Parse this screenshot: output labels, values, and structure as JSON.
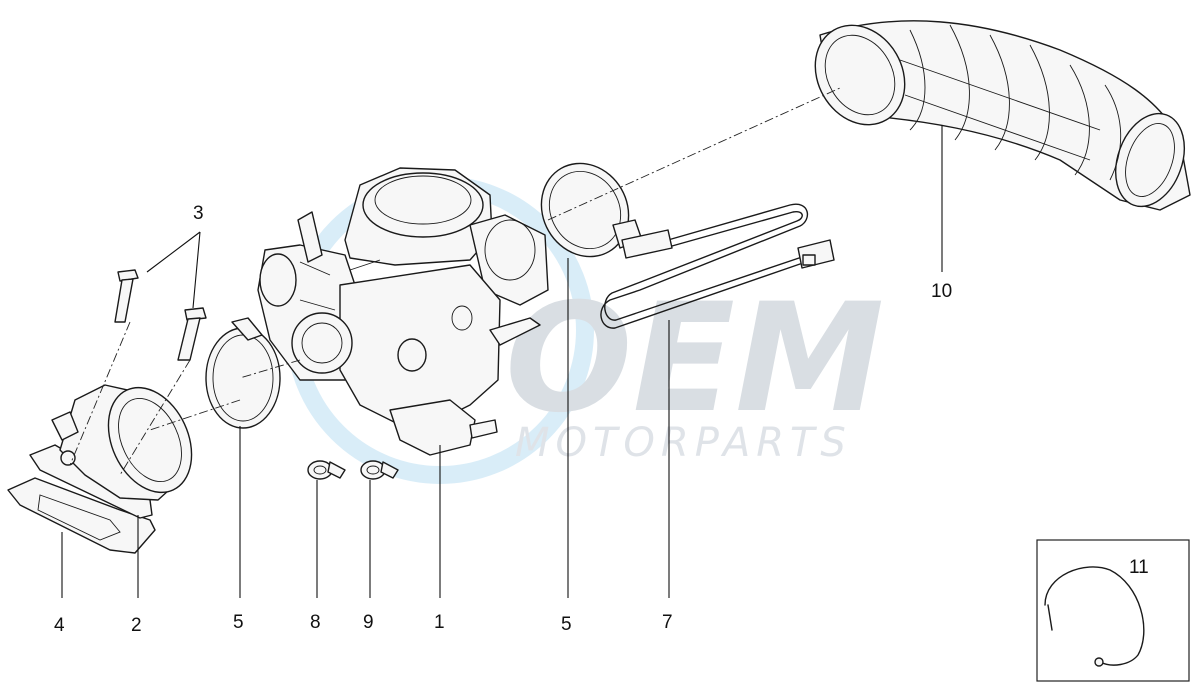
{
  "watermark": {
    "logo_text": "OEM",
    "subtitle": "MOTORPARTS",
    "color": "#d9dee3",
    "accent_color": "#b9dcf0"
  },
  "callouts": [
    {
      "id": "c4",
      "label": "4"
    },
    {
      "id": "c2",
      "label": "2"
    },
    {
      "id": "c3",
      "label": "3"
    },
    {
      "id": "c5a",
      "label": "5"
    },
    {
      "id": "c8",
      "label": "8"
    },
    {
      "id": "c9",
      "label": "9"
    },
    {
      "id": "c1",
      "label": "1"
    },
    {
      "id": "c5b",
      "label": "5"
    },
    {
      "id": "c7",
      "label": "7"
    },
    {
      "id": "c10",
      "label": "10"
    },
    {
      "id": "c11",
      "label": "11"
    }
  ],
  "parts": [
    {
      "name": "gasket",
      "ref": "4"
    },
    {
      "name": "intake-manifold",
      "ref": "2"
    },
    {
      "name": "screws",
      "ref": "3"
    },
    {
      "name": "hose-clamp-left",
      "ref": "5"
    },
    {
      "name": "small-clip-a",
      "ref": "8"
    },
    {
      "name": "small-clip-b",
      "ref": "9"
    },
    {
      "name": "carburettor",
      "ref": "1"
    },
    {
      "name": "hose-clamp-right",
      "ref": "5"
    },
    {
      "name": "choke-cable",
      "ref": "7"
    },
    {
      "name": "air-intake-hose",
      "ref": "10"
    },
    {
      "name": "spring-clip",
      "ref": "11"
    }
  ]
}
